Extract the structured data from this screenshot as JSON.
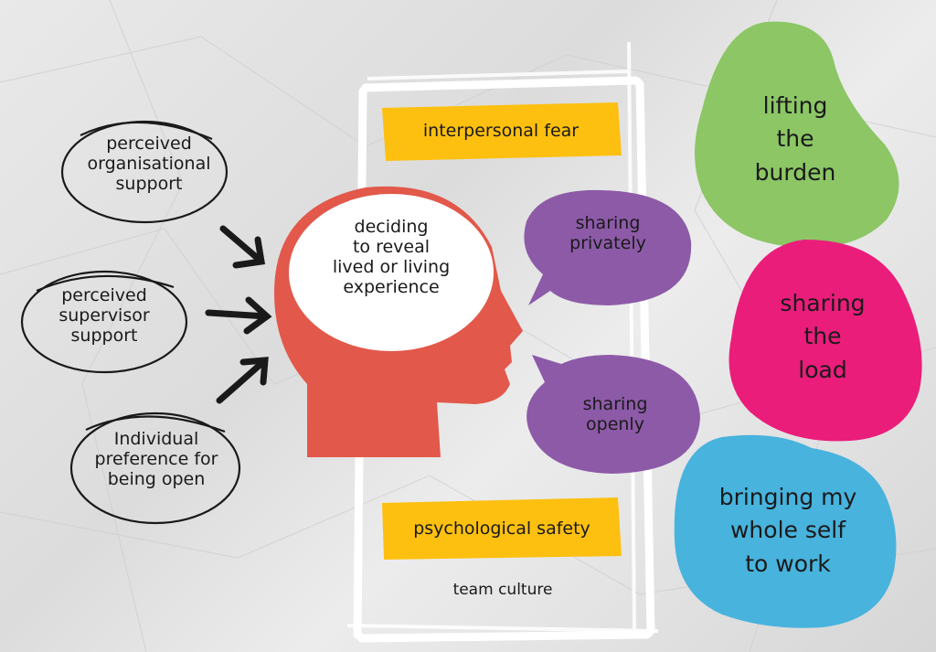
{
  "factors": [
    {
      "lines": [
        "perceived",
        "organisational",
        "support"
      ]
    },
    {
      "lines": [
        "perceived",
        "supervisor",
        "support"
      ]
    },
    {
      "lines": [
        "Individual",
        "preference for",
        "being open"
      ]
    }
  ],
  "head": {
    "lines": [
      "deciding",
      "to reveal",
      "lived or living",
      "experience"
    ]
  },
  "context": {
    "fear": "interpersonal fear",
    "safety": "psychological safety",
    "culture": "team culture"
  },
  "sharing": [
    {
      "lines": [
        "sharing",
        "privately"
      ]
    },
    {
      "lines": [
        "sharing",
        "openly"
      ]
    }
  ],
  "outcomes": [
    {
      "lines": [
        "lifting",
        "the",
        "burden"
      ],
      "color": "#8cc665"
    },
    {
      "lines": [
        "sharing",
        "the",
        "load"
      ],
      "color": "#ea1d7b"
    },
    {
      "lines": [
        "bringing my",
        "whole self",
        "to work"
      ],
      "color": "#48b3dd"
    }
  ],
  "colors": {
    "head": "#e2584a",
    "bubble": "#8d5aa8",
    "sticky": "#fdc010",
    "frame": "#ffffff",
    "ink": "#1a1a1a"
  }
}
